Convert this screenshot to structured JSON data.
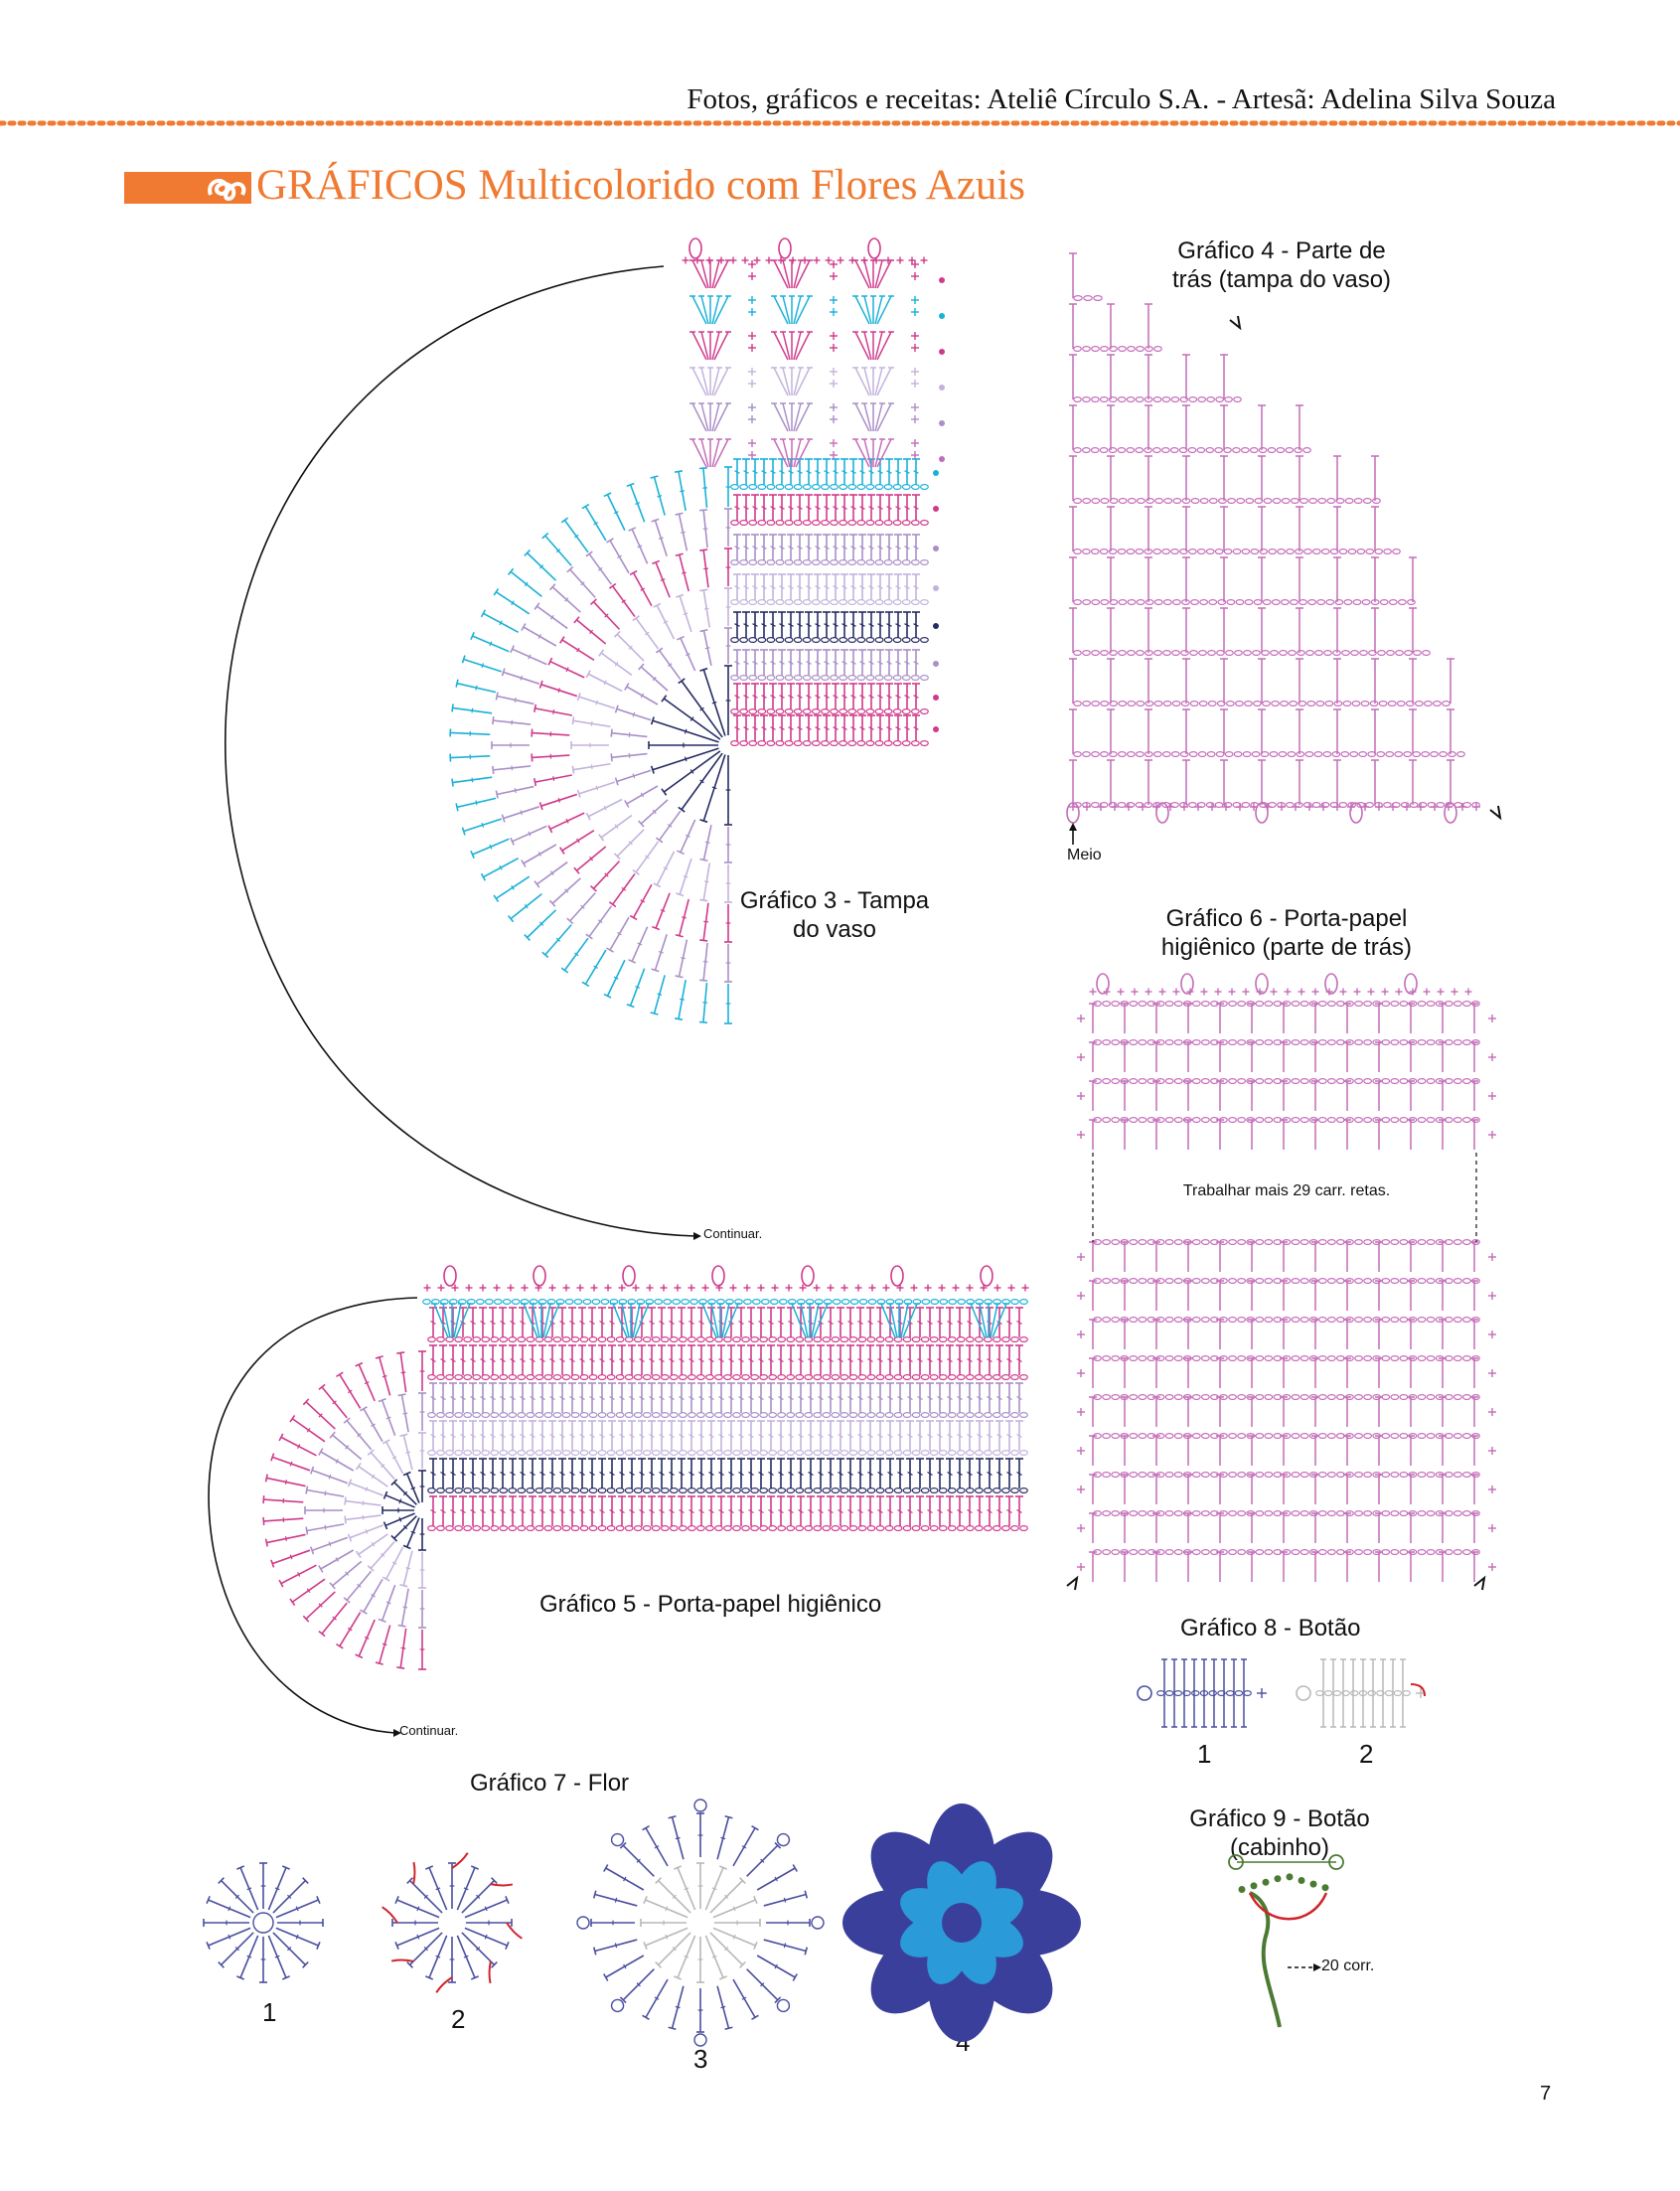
{
  "header": {
    "credit": "Fotos, gráficos e receitas: Ateliê Círculo S.A.  -  Artesã: Adelina Silva Souza",
    "section_title": "GRÁFICOS Multicolorido com Flores Azuis"
  },
  "colors": {
    "accent_orange": "#f07a31",
    "magenta": "#cf3a8b",
    "cyan": "#1ab0d8",
    "lilac": "#a98fc7",
    "light_lilac": "#c3b3dc",
    "navy": "#272c63",
    "purple_pink": "#c46cb8",
    "button_blue": "#4a4f9e",
    "grey": "#b8b8b8",
    "stem_green": "#4b7a32",
    "stem_red": "#d0242a"
  },
  "charts": {
    "g3": {
      "title_line1": "Gráfico 3 - Tampa",
      "title_line2": "do vaso",
      "continue_label": "Continuar."
    },
    "g4": {
      "title_line1": "Gráfico 4 - Parte de",
      "title_line2": "trás (tampa do vaso)",
      "meio_label": "Meio"
    },
    "g5": {
      "title": "Gráfico 5 - Porta-papel higiênico",
      "continue_label": "Continuar."
    },
    "g6": {
      "title_line1": "Gráfico 6 - Porta-papel",
      "title_line2": "higiênico (parte de trás)",
      "note": "Trabalhar mais 29 carr. retas."
    },
    "g7": {
      "title": "Gráfico 7 - Flor",
      "steps": [
        "1",
        "2",
        "3",
        "4"
      ]
    },
    "g8": {
      "title": "Gráfico 8 - Botão",
      "steps": [
        "1",
        "2"
      ]
    },
    "g9": {
      "title_line1": "Gráfico 9 - Botão",
      "title_line2": "(cabinho)",
      "chain_note": "20 corr."
    }
  },
  "page_number": "7"
}
